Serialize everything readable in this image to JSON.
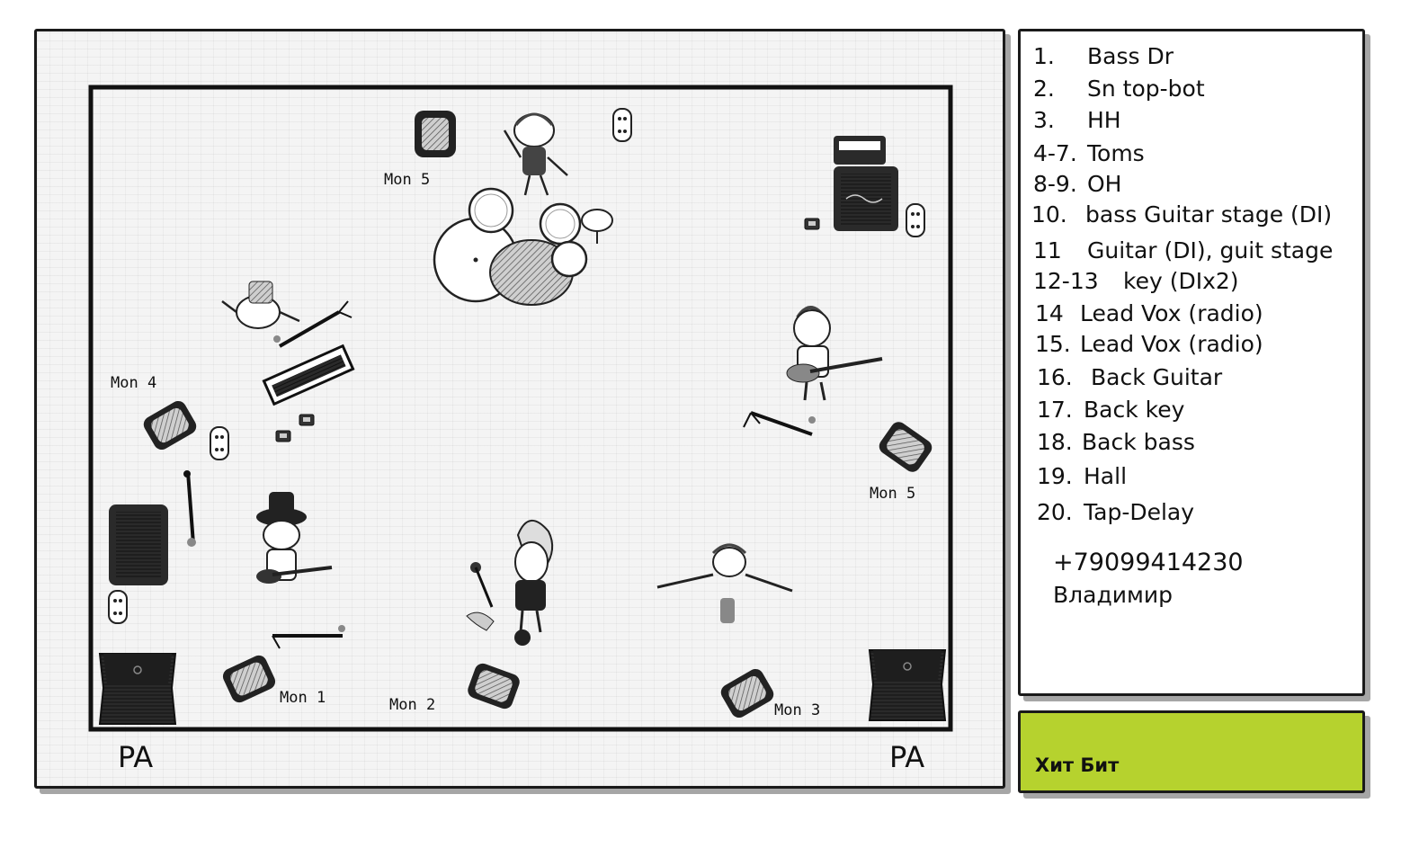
{
  "stage": {
    "monitors": {
      "mon1": "Mon 1",
      "mon2": "Mon 2",
      "mon3": "Mon 3",
      "mon4": "Mon 4",
      "mon5_top": "Mon 5",
      "mon5_right": "Mon 5"
    },
    "pa_left": "PA",
    "pa_right": "PA"
  },
  "channels": [
    {
      "num": "1.",
      "label": "Bass Dr"
    },
    {
      "num": "2.",
      "label": "Sn top-bot"
    },
    {
      "num": "3.",
      "label": "HH"
    },
    {
      "num": "4-7.",
      "label": "Toms"
    },
    {
      "num": "8-9.",
      "label": "OH"
    },
    {
      "num": "10.",
      "label": "bass Guitar stage  (DI)"
    },
    {
      "num": "11",
      "label": "Guitar (DI), guit stage"
    },
    {
      "num": "12-13",
      "label": "key    (DIx2)"
    },
    {
      "num": "14",
      "label": "Lead Vox (radio)"
    },
    {
      "num": "15.",
      "label": "Lead Vox (radio)"
    },
    {
      "num": "16.",
      "label": "Back Guitar"
    },
    {
      "num": "17.",
      "label": "Back key"
    },
    {
      "num": "18.",
      "label": "Back bass"
    },
    {
      "num": "19.",
      "label": "Hall"
    },
    {
      "num": "20.",
      "label": "Tap-Delay"
    }
  ],
  "contact": {
    "phone": "+79099414230",
    "name": "Владимир"
  },
  "band_name": "Хит Бит",
  "colors": {
    "band_panel": "#b6d22e",
    "ink": "#111111"
  }
}
